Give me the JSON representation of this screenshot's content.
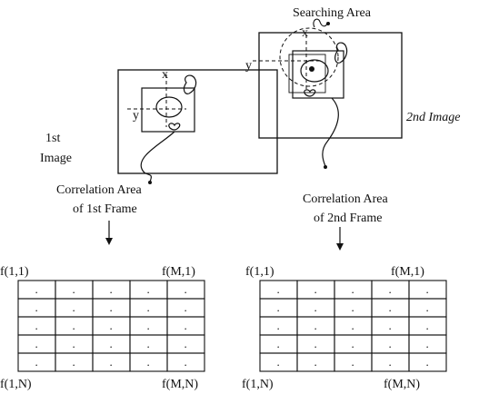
{
  "labels": {
    "searching_area": "Searching Area",
    "second_image": "2nd Image",
    "first_image_line1": "1st",
    "first_image_line2": "Image",
    "corr_first_line1": "Correlation Area",
    "corr_first_line2": "of 1st Frame",
    "corr_second_line1": "Correlation Area",
    "corr_second_line2": "of 2nd Frame",
    "axis_x": "x",
    "axis_y": "y"
  },
  "grids": [
    {
      "top_left": "f(1,1)",
      "top_right": "f(M,1)",
      "bottom_left": "f(1,N)",
      "bottom_right": "f(M,N)",
      "cell_mark": "."
    },
    {
      "top_left": "f(1,1)",
      "top_right": "f(M,1)",
      "bottom_left": "f(1,N)",
      "bottom_right": "f(M,N)",
      "cell_mark": "."
    }
  ],
  "colors": {
    "line": "#111111",
    "background": "#ffffff"
  }
}
